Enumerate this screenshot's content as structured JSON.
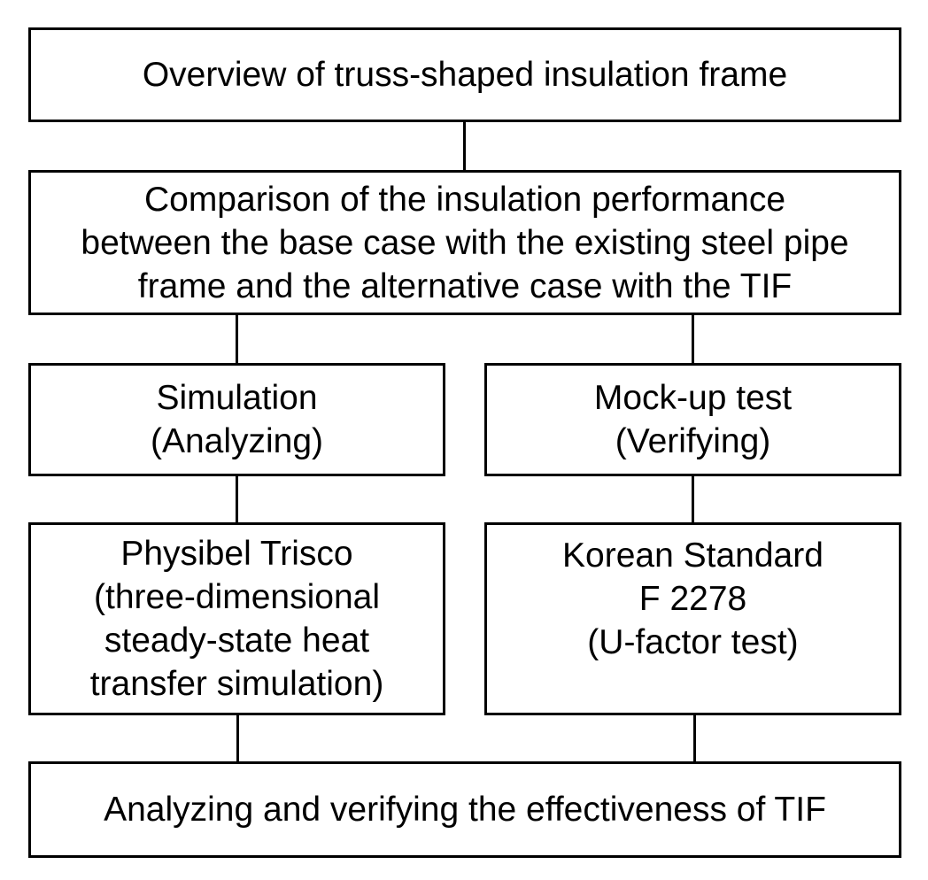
{
  "diagram": {
    "nodes": {
      "overview": [
        "Overview of truss-shaped insulation frame"
      ],
      "comparison": [
        "Comparison of the insulation performance",
        "between the base case with the existing steel pipe",
        "frame and the alternative case with the TIF"
      ],
      "simulation": [
        "Simulation",
        "(Analyzing)"
      ],
      "mockup": [
        "Mock-up test",
        "(Verifying)"
      ],
      "physibel": [
        "Physibel Trisco",
        "(three-dimensional",
        "steady-state heat",
        "transfer simulation)"
      ],
      "korean_standard": [
        "Korean Standard",
        "F 2278",
        "(U-factor test)"
      ],
      "result": [
        "Analyzing and verifying the effectiveness of TIF"
      ]
    },
    "edges": [
      {
        "from": "overview",
        "to": "comparison"
      },
      {
        "from": "comparison",
        "to": "simulation"
      },
      {
        "from": "comparison",
        "to": "mockup"
      },
      {
        "from": "simulation",
        "to": "physibel"
      },
      {
        "from": "mockup",
        "to": "korean_standard"
      },
      {
        "from": "physibel",
        "to": "result"
      },
      {
        "from": "korean_standard",
        "to": "result"
      }
    ]
  }
}
